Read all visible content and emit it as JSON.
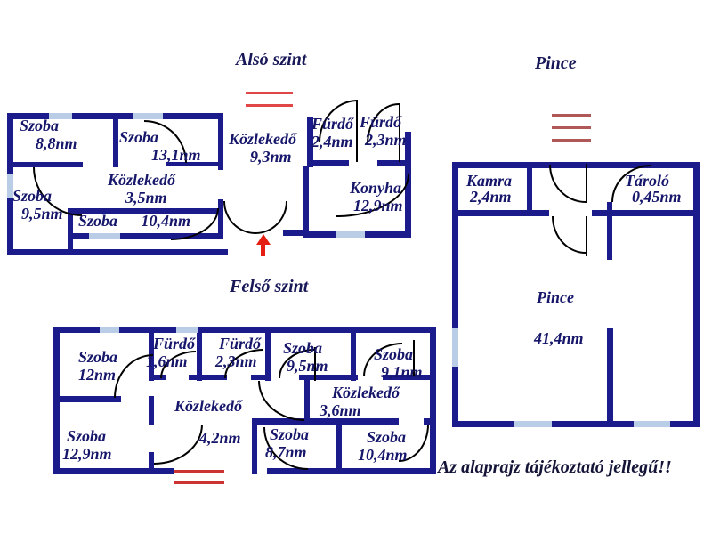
{
  "footer": {
    "disclaimer": "Az alaprajz tájékoztató jellegű!!"
  },
  "colors": {
    "wall": "#1b1b8c",
    "window_marker": "#b9cde6",
    "door_arc": "#000000",
    "stairs_lower": "#e04848",
    "stairs_upper": "#cc3333",
    "stairs_cellar": "#b05858",
    "entrance_arrow": "#e41e10",
    "room_text": "#16166b",
    "title_text": "#181858",
    "background": "#ffffff"
  },
  "icons": {
    "entrance_arrow": "red-up-arrow",
    "stairs": "red-parallel-lines"
  },
  "floors": {
    "also": {
      "title": "Alsó szint",
      "rooms": [
        {
          "name": "Szoba",
          "area": "8,8nm"
        },
        {
          "name": "Szoba",
          "area": "13,1nm"
        },
        {
          "name": "Közlekedő",
          "area": "3,5nm"
        },
        {
          "name": "Szoba",
          "area": "9,5nm"
        },
        {
          "name": "Szoba",
          "area": "10,4nm"
        },
        {
          "name": "Közlekedő",
          "area": "9,3nm"
        },
        {
          "name": "Fürdő",
          "area": "2,4nm"
        },
        {
          "name": "Fürdő",
          "area": "2,3nm"
        },
        {
          "name": "Konyha",
          "area": "12,9nm"
        }
      ]
    },
    "felso": {
      "title": "Felső szint",
      "rooms": [
        {
          "name": "Szoba",
          "area": "12nm"
        },
        {
          "name": "Fürdő",
          "area": "1,6nm"
        },
        {
          "name": "Fürdő",
          "area": "2,3nm"
        },
        {
          "name": "Szoba",
          "area": "9,5nm"
        },
        {
          "name": "Szoba",
          "area": "9,1nm"
        },
        {
          "name": "Közlekedő",
          "area": "4,2nm"
        },
        {
          "name": "Közlekedő",
          "area": "3,6nm"
        },
        {
          "name": "Szoba",
          "area": "12,9nm"
        },
        {
          "name": "Szoba",
          "area": "8,7nm"
        },
        {
          "name": "Szoba",
          "area": "10,4nm"
        }
      ]
    },
    "pince": {
      "title": "Pince",
      "rooms": [
        {
          "name": "Kamra",
          "area": "2,4nm"
        },
        {
          "name": "Tároló",
          "area": "0,45nm"
        },
        {
          "name": "Pince",
          "area": "41,4nm"
        }
      ]
    }
  }
}
